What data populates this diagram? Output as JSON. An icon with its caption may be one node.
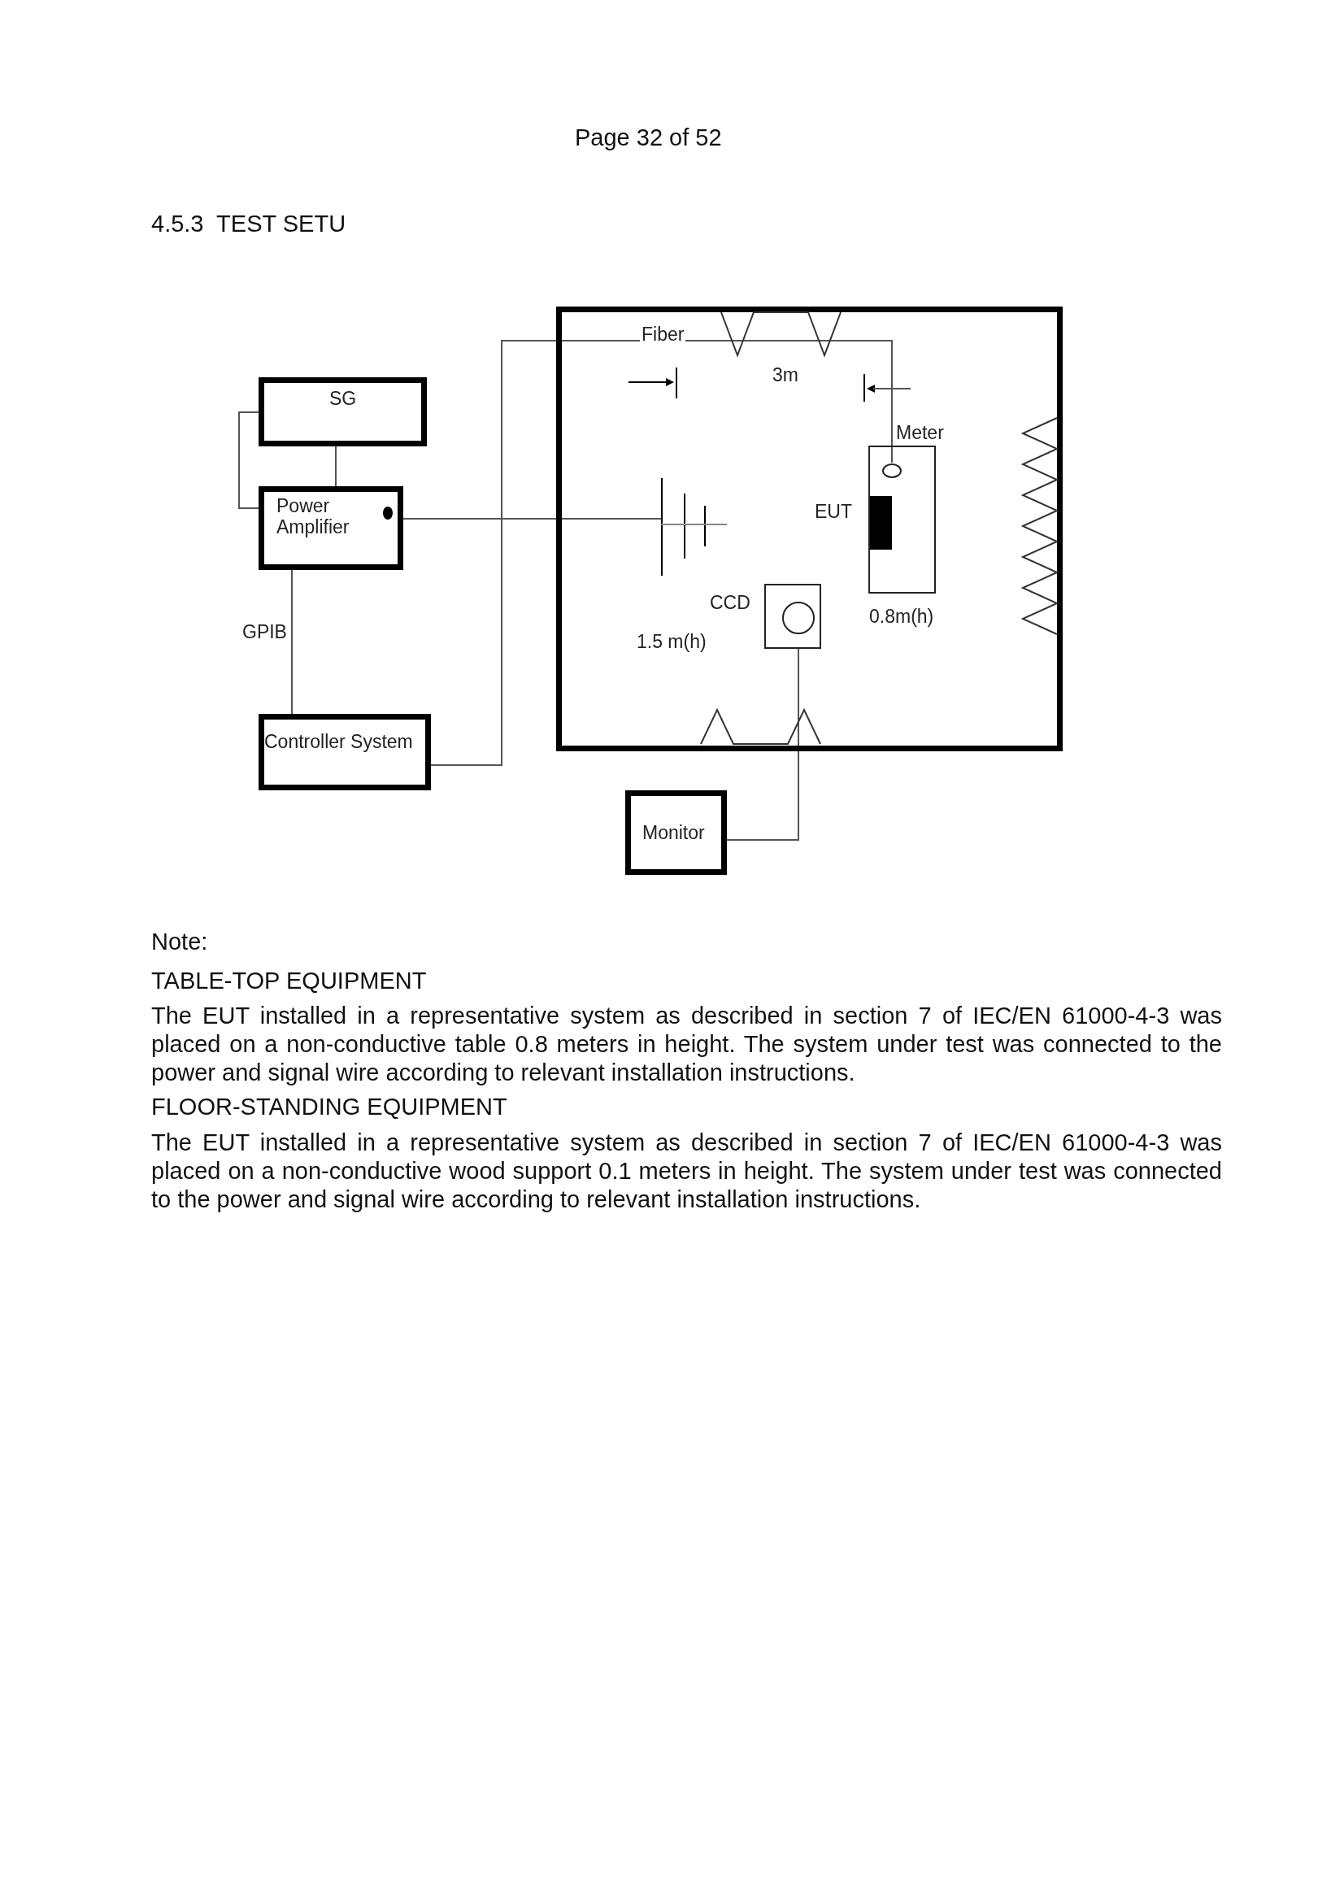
{
  "diagram": {
    "title": "4.5.3  TEST SETU",
    "nodes": [
      {
        "text": [
          "SG"
        ]
      },
      {
        "text": [
          "Power Amplifier"
        ]
      },
      {
        "text": [],
        "shape": "box"
      },
      {
        "text": [],
        "shape": "antenna",
        "in": 2
      },
      {
        "text": [
          "Meter"
        ],
        "in": 2
      },
      {
        "text": [
          "EUT"
        ],
        "beside": [
          "0.8m(h)"
        ],
        "in": 2
      },
      {
        "text": [
          "CCD"
        ],
        "in": 2
      },
      {
        "text": [
          "Controller System"
        ]
      },
      {
        "text": [
          "Monitor"
        ]
      }
    ],
    "edges": [
      {
        "from": 0,
        "to": 1,
        "arrow": "none"
      },
      {
        "from": 0,
        "to": 1,
        "arrow": "none"
      },
      {
        "from": 1,
        "to": 7,
        "arrow": "none",
        "label": "GPIB"
      },
      {
        "from": 1,
        "to": 3,
        "arrow": "none"
      },
      {
        "from": 7,
        "to": 4,
        "arrow": "none",
        "label": "Fiber"
      },
      {
        "from": 6,
        "to": 8,
        "arrow": "none"
      }
    ],
    "labels": [
      "Page 32 of 52",
      "3m",
      "1.5 m(h)",
      "Note:",
      "TABLE-TOP EQUIPMENT",
      "The EUT installed in a representative system as described in section 7 of IEC/EN 61000-4-3 was placed on a non-conductive table 0.8 meters in height. The system under test was connected to the power and signal wire according to relevant installation instructions.",
      "FLOOR-STANDING EQUIPMENT",
      "The EUT installed in a representative system as described in section 7 of IEC/EN 61000-4-3 was placed on a non-conductive wood support 0.1 meters in height. The system under test was connected to the power and signal wire according to relevant installation instructions."
    ]
  }
}
